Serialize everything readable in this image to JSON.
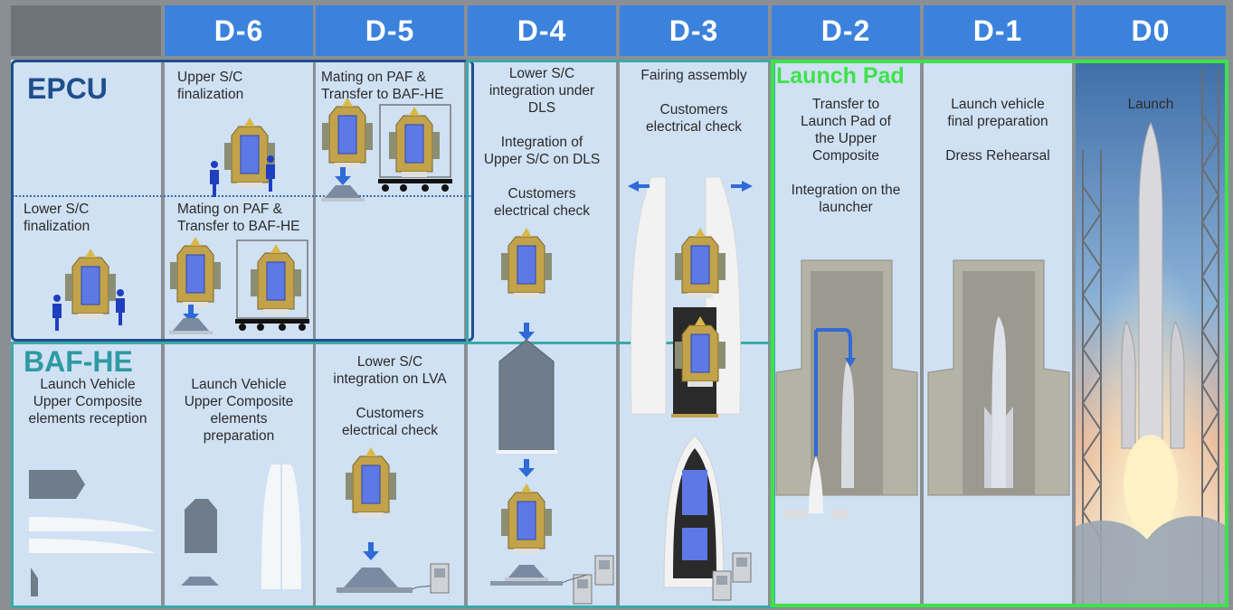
{
  "headers": [
    "D-6",
    "D-5",
    "D-4",
    "D-3",
    "D-2",
    "D-1",
    "D0"
  ],
  "zones": {
    "epcu": "EPCU",
    "baf_he": "BAF-HE",
    "launch_pad": "Launch Pad"
  },
  "tasks": {
    "d6_upper": "Upper S/C\nfinalization",
    "d5_upper": "Mating on PAF &\nTransfer to BAF-HE",
    "epcu_lower": "Lower S/C\nfinalization",
    "d6_lower": "Mating on PAF &\nTransfer to BAF-HE",
    "d4_top": "Lower S/C\nintegration under\nDLS",
    "d4_mid": "Integration of\nUpper S/C on DLS",
    "d4_check": "Customers\nelectrical check",
    "d3_fairing": "Fairing assembly",
    "d3_check": "Customers\nelectrical check",
    "d2_transfer": "Transfer to\nLaunch Pad of\nthe Upper\nComposite",
    "d2_integration": "Integration on the\nlauncher",
    "d1_final": "Launch vehicle\nfinal preparation",
    "d1_dress": "Dress Rehearsal",
    "d0_launch": "Launch",
    "baf_reception": "Launch Vehicle\nUpper Composite\nelements reception",
    "d6_prep": "Launch Vehicle\nUpper Composite\nelements\npreparation",
    "d5_lva": "Lower S/C\nintegration on LVA",
    "d5_check": "Customers\nelectrical check"
  },
  "colors": {
    "header_blue": "#3b82dc",
    "epcu_border": "#1f4e8c",
    "baf_border": "#3ca8a8",
    "pad_border": "#3ee24a",
    "epcu_text": "#1f4e8c",
    "baf_text": "#2e9aa3",
    "pad_text": "#3ee24a",
    "cell_bg": "#cfe1f3"
  }
}
